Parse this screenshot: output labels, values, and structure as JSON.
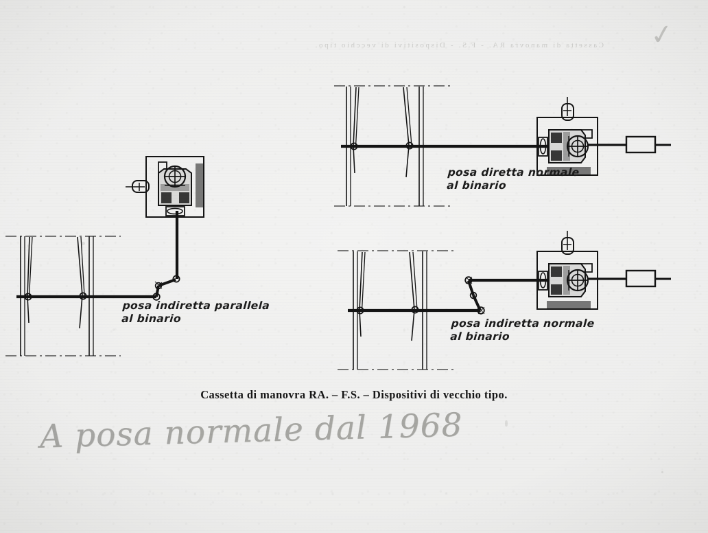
{
  "document": {
    "title": "Cassetta di manovra RA. – F.S. – Dispositivi di vecchio tipo.",
    "caption": "Cassetta di manovra RA. – F.S. – Dispositivi di vecchio tipo.",
    "ghost_text": "Cassetta di manovra RA. - F.S. - Dispositivi di vecchio tipo.",
    "ink_color": "#141414",
    "paper_color": "#efefee",
    "pencil_color": "#8a8a86"
  },
  "figures": [
    {
      "id": "posa-indiretta-parallela",
      "label": "posa indiretta parallela\nal binario",
      "position": "left",
      "machine_orientation": "vertical",
      "linkage": "bell-crank"
    },
    {
      "id": "posa-diretta-normale",
      "label": "posa diretta normale\nal binario",
      "position": "top-right",
      "machine_orientation": "horizontal",
      "linkage": "direct-rod"
    },
    {
      "id": "posa-indiretta-normale",
      "label": "posa indiretta normale\nal binario",
      "position": "bottom-right",
      "machine_orientation": "horizontal",
      "linkage": "bell-crank"
    }
  ],
  "annotations": {
    "pencil_note": "A posa normale dal 1968",
    "pencil_mark": "✓",
    "pencil_mark_name": "pencil-check-scribble"
  }
}
